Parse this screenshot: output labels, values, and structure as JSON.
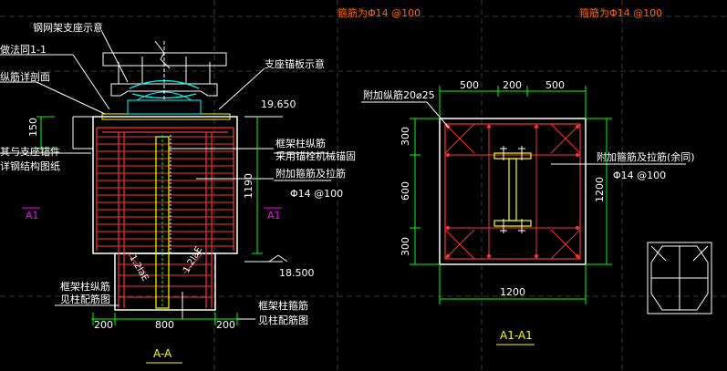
{
  "top_labels": {
    "left_orange": "箍筋为Φ14 @100",
    "right_orange": "箍筋为Φ14 @100"
  },
  "section_aa": {
    "title": "A-A",
    "labels": {
      "steel_support": "钢网架支座示意",
      "method_1_1": "做法同1-1",
      "rebar_section": "纵筋详剖面",
      "support_anchor": "支座锚板示意",
      "connect_1": "其与支座锚件",
      "connect_2": "详钢结构图纸",
      "frame_col_1": "框架柱纵筋",
      "frame_col_2": "采用锚栓机械锚固",
      "add_stirrup_1": "附加箍筋及拉筋",
      "add_stirrup_2": "Φ14 @100",
      "frame_rebar_1": "框架柱纵筋",
      "frame_rebar_2": "见柱配筋图",
      "frame_stirrup_1": "框架柱箍筋",
      "frame_stirrup_2": "见柱配筋图",
      "section_mark_left": "A1",
      "section_mark_right": "A1",
      "anchor_1": "1.2laE",
      "anchor_2": "1.2laE"
    },
    "dims": {
      "d150": "150",
      "d1190": "1190",
      "d200a": "200",
      "d800": "800",
      "d200b": "200"
    },
    "elevations": {
      "top": "19.650",
      "bottom": "18.500"
    }
  },
  "section_a1": {
    "title": "A1-A1",
    "labels": {
      "add_long": "附加纵筋20⌀25",
      "add_stirrup_1": "附加箍筋及拉筋(余同)",
      "add_stirrup_2": "Φ14 @100"
    },
    "dims": {
      "top_500a": "500",
      "top_200": "200",
      "top_500b": "500",
      "left_300a": "300",
      "left_600": "600",
      "left_300b": "300",
      "right_1200": "1200",
      "bottom_1200": "1200"
    }
  }
}
